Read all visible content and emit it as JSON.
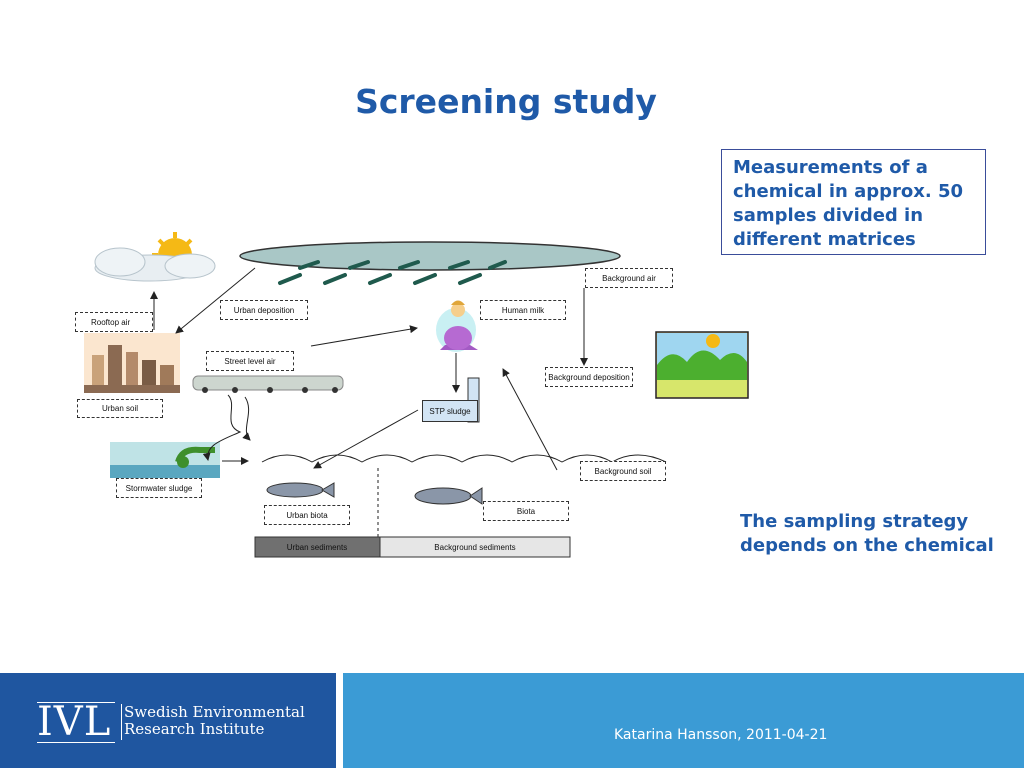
{
  "slide": {
    "title": "Screening study",
    "callout": "Measurements of a chemical in approx. 50 samples divided in different matrices",
    "note": "The sampling strategy depends on the chemical"
  },
  "diagram": {
    "labels": {
      "background_air": "Background air",
      "urban_deposition": "Urban deposition",
      "human_milk": "Human milk",
      "rooftop_air": "Rooftop air",
      "street_level_air": "Street level air",
      "background_deposition": "Background deposition",
      "urban_soil": "Urban soil",
      "stp_sludge": "STP sludge",
      "background_soil": "Background soil",
      "stormwater_sludge": "Stormwater sludge",
      "biota": "Biota",
      "urban_biota": "Urban biota",
      "urban_sediments": "Urban sediments",
      "background_sediments": "Background sediments"
    },
    "icons": [
      "sun-cloud-icon",
      "rain-cloud-icon",
      "city-icon",
      "cars-icon",
      "mother-child-icon",
      "landscape-icon",
      "stormwater-icon",
      "fish-icon"
    ]
  },
  "footer": {
    "logo_text": "IVL",
    "institute_line1": "Swedish Environmental",
    "institute_line2": "Research Institute",
    "author_date": "Katarina Hansson, 2011-04-21"
  },
  "colors": {
    "title": "#1f5aa8",
    "footer_left": "#1f56a0",
    "footer_right": "#3b9bd5"
  }
}
